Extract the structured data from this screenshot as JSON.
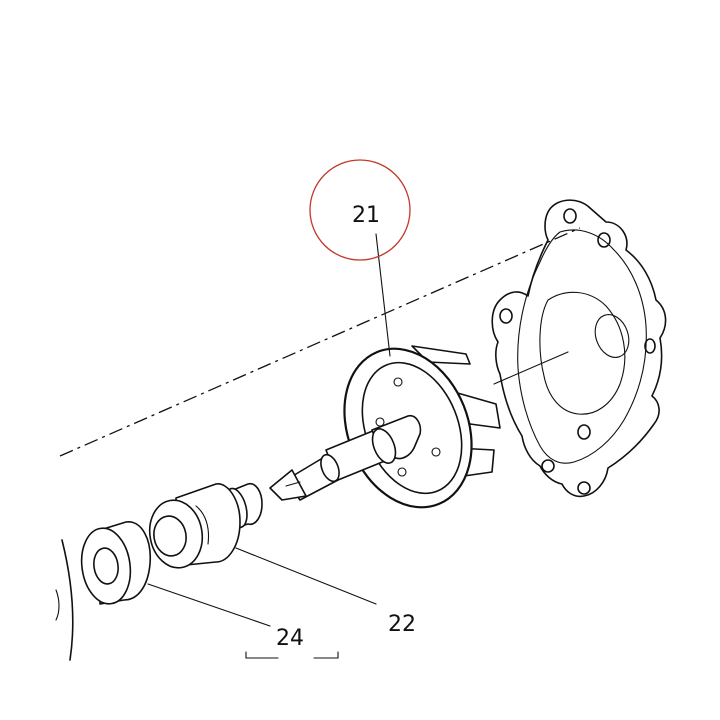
{
  "callouts": {
    "impeller": "21",
    "bearing_shaft": "22",
    "seal_group": "24"
  },
  "colors": {
    "line_art": "#111111",
    "highlight_circle": "#c0392b",
    "background": "#ffffff"
  }
}
